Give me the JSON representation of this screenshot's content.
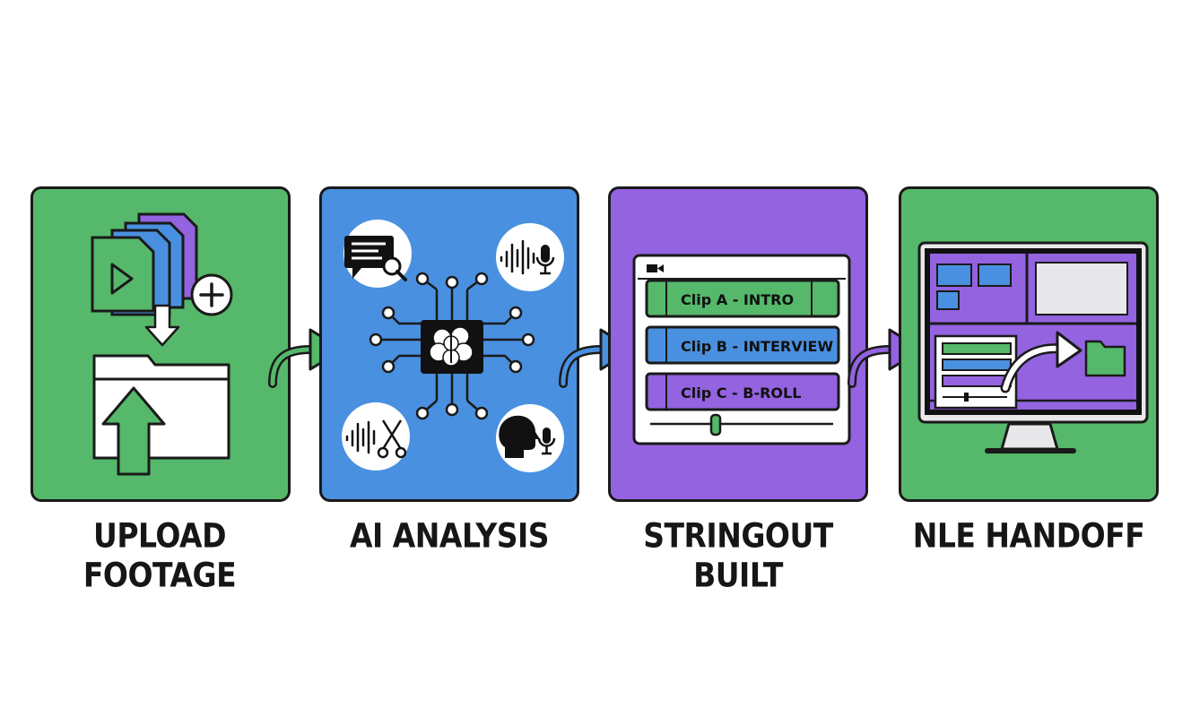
{
  "colors": {
    "green": "#55b86a",
    "blue": "#4a90e0",
    "purple": "#9363e0",
    "outline": "#1a1a1a"
  },
  "steps": [
    {
      "label": "UPLOAD FOOTAGE",
      "color": "green",
      "icon": "upload-footage-icon"
    },
    {
      "label": "AI ANALYSIS",
      "color": "blue",
      "icon": "ai-brain-chip-icon"
    },
    {
      "label": "STRINGOUT BUILT",
      "color": "purple",
      "icon": "timeline-window-icon"
    },
    {
      "label": "NLE HANDOFF",
      "color": "green",
      "icon": "monitor-export-icon"
    }
  ],
  "stringout": {
    "clips": [
      {
        "label": "Clip A - INTRO",
        "color": "green"
      },
      {
        "label": "Clip B - INTERVIEW",
        "color": "blue"
      },
      {
        "label": "Clip C - B-ROLL",
        "color": "purple"
      }
    ]
  }
}
